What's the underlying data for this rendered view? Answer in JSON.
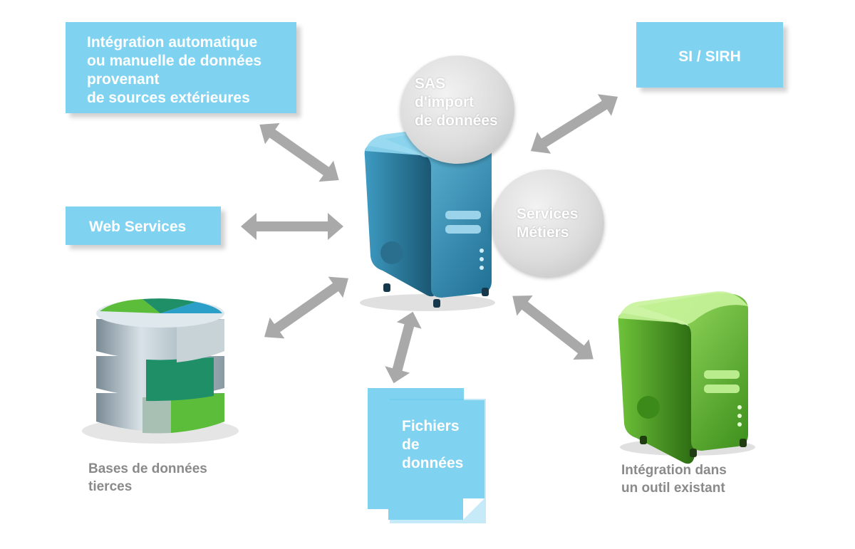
{
  "nodes": {
    "integration_sources": {
      "lines": [
        "Intégration automatique",
        "ou manuelle de données",
        "provenant",
        "de sources extérieures"
      ]
    },
    "si_sirh": {
      "label": "SI / SIRH"
    },
    "web_services": {
      "label": "Web Services"
    },
    "sas_import": {
      "lines": [
        "SAS",
        "d'import",
        "de données"
      ]
    },
    "services_metiers": {
      "lines": [
        "Services",
        "Métiers"
      ]
    },
    "fichiers": {
      "lines": [
        "Fichiers",
        "de",
        "données"
      ]
    },
    "bases_tierces": {
      "lines": [
        "Bases de données",
        "tierces"
      ]
    },
    "outil_existant": {
      "lines": [
        "Intégration dans",
        "un outil existant"
      ]
    }
  },
  "colors": {
    "box": "#7fd3f1",
    "arrow": "#a9a9a9",
    "server_blue": "#2f8fb5",
    "server_green": "#4fae2a",
    "caption": "#8a8a8a"
  }
}
